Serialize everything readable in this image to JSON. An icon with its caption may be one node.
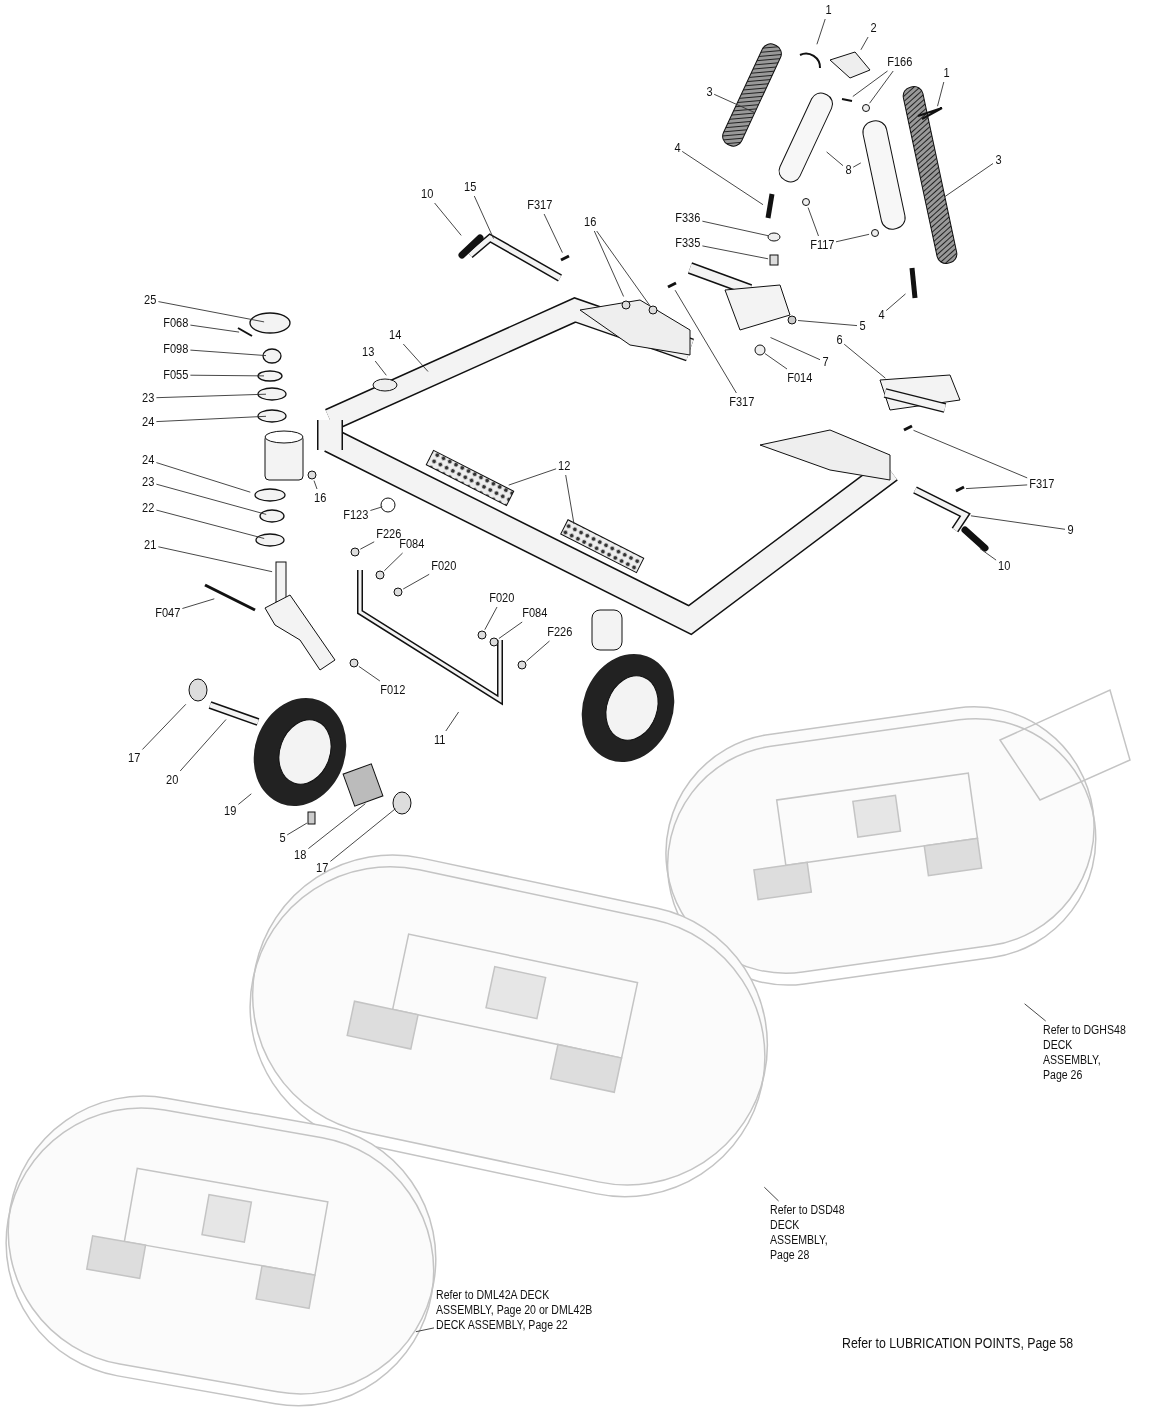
{
  "diagram": {
    "nodes": [
      {
        "text": [
          "1"
        ]
      },
      {
        "text": [
          "2"
        ]
      },
      {
        "text": [
          "F166"
        ]
      },
      {
        "text": [
          "1"
        ]
      },
      {
        "text": [
          "3"
        ]
      },
      {
        "text": [
          "3"
        ]
      },
      {
        "text": [
          "4"
        ]
      },
      {
        "text": [
          "8"
        ]
      },
      {
        "text": [
          "15"
        ]
      },
      {
        "text": [
          "10"
        ]
      },
      {
        "text": [
          "F317"
        ]
      },
      {
        "text": [
          "F336"
        ]
      },
      {
        "text": [
          "16"
        ]
      },
      {
        "text": [
          "F335"
        ]
      },
      {
        "text": [
          "F117"
        ]
      },
      {
        "text": [
          "25"
        ]
      },
      {
        "text": [
          "4"
        ]
      },
      {
        "text": [
          "F068"
        ]
      },
      {
        "text": [
          "5"
        ]
      },
      {
        "text": [
          "14"
        ]
      },
      {
        "text": [
          "6"
        ]
      },
      {
        "text": [
          "F098"
        ]
      },
      {
        "text": [
          "13"
        ]
      },
      {
        "text": [
          "7"
        ]
      },
      {
        "text": [
          "F014"
        ]
      },
      {
        "text": [
          "F055"
        ]
      },
      {
        "text": [
          "F317"
        ]
      },
      {
        "text": [
          "23"
        ]
      },
      {
        "text": [
          "24"
        ]
      },
      {
        "text": [
          "24"
        ]
      },
      {
        "text": [
          "12"
        ]
      },
      {
        "text": [
          "23"
        ]
      },
      {
        "text": [
          "F317"
        ]
      },
      {
        "text": [
          "16"
        ]
      },
      {
        "text": [
          "22"
        ]
      },
      {
        "text": [
          "F123"
        ]
      },
      {
        "text": [
          "9"
        ]
      },
      {
        "text": [
          "F226"
        ]
      },
      {
        "text": [
          "21"
        ]
      },
      {
        "text": [
          "F084"
        ]
      },
      {
        "text": [
          "F020"
        ]
      },
      {
        "text": [
          "10"
        ]
      },
      {
        "text": [
          "F020"
        ]
      },
      {
        "text": [
          "F047"
        ]
      },
      {
        "text": [
          "F084"
        ]
      },
      {
        "text": [
          "F226"
        ]
      },
      {
        "text": [
          "F012"
        ]
      },
      {
        "text": [
          "11"
        ]
      },
      {
        "text": [
          "17"
        ]
      },
      {
        "text": [
          "20"
        ]
      },
      {
        "text": [
          "19"
        ]
      },
      {
        "text": [
          "5"
        ]
      },
      {
        "text": [
          "18"
        ]
      },
      {
        "text": [
          "17"
        ]
      },
      {
        "text": [
          "Refer to DGHS48 DECK ASSEMBLY, Page 26"
        ]
      },
      {
        "text": [
          "Refer to DSD48 DECK ASSEMBLY, Page 28"
        ]
      },
      {
        "text": [
          "Refer to DML42A DECK ASSEMBLY, Page 20 or DML42B DECK ASSEMBLY, Page 22"
        ]
      }
    ],
    "edges": [
      {
        "from": 0,
        "to": null,
        "arrow": "none"
      },
      {
        "from": 1,
        "to": null,
        "arrow": "none"
      },
      {
        "from": 2,
        "to": null,
        "arrow": "none"
      },
      {
        "from": 2,
        "to": null,
        "arrow": "none"
      },
      {
        "from": 3,
        "to": null,
        "arrow": "none"
      },
      {
        "from": 4,
        "to": null,
        "arrow": "none"
      },
      {
        "from": 5,
        "to": null,
        "arrow": "none"
      },
      {
        "from": 6,
        "to": null,
        "arrow": "none"
      },
      {
        "from": 7,
        "to": null,
        "arrow": "none"
      },
      {
        "from": 7,
        "to": null,
        "arrow": "none"
      },
      {
        "from": 8,
        "to": null,
        "arrow": "none"
      },
      {
        "from": 9,
        "to": null,
        "arrow": "none"
      },
      {
        "from": 10,
        "to": null,
        "arrow": "none"
      },
      {
        "from": 11,
        "to": null,
        "arrow": "none"
      },
      {
        "from": 12,
        "to": null,
        "arrow": "none"
      },
      {
        "from": 12,
        "to": null,
        "arrow": "none"
      },
      {
        "from": 13,
        "to": null,
        "arrow": "none"
      },
      {
        "from": 14,
        "to": null,
        "arrow": "none"
      },
      {
        "from": 14,
        "to": null,
        "arrow": "none"
      },
      {
        "from": 15,
        "to": null,
        "arrow": "none"
      },
      {
        "from": 16,
        "to": null,
        "arrow": "none"
      },
      {
        "from": 17,
        "to": null,
        "arrow": "none"
      },
      {
        "from": 18,
        "to": null,
        "arrow": "none"
      },
      {
        "from": 19,
        "to": null,
        "arrow": "none"
      },
      {
        "from": 20,
        "to": null,
        "arrow": "none"
      },
      {
        "from": 21,
        "to": null,
        "arrow": "none"
      },
      {
        "from": 22,
        "to": null,
        "arrow": "none"
      },
      {
        "from": 23,
        "to": null,
        "arrow": "none"
      },
      {
        "from": 24,
        "to": null,
        "arrow": "none"
      },
      {
        "from": 25,
        "to": null,
        "arrow": "none"
      },
      {
        "from": 26,
        "to": null,
        "arrow": "none"
      },
      {
        "from": 27,
        "to": null,
        "arrow": "none"
      },
      {
        "from": 28,
        "to": null,
        "arrow": "none"
      },
      {
        "from": 29,
        "to": null,
        "arrow": "none"
      },
      {
        "from": 30,
        "to": null,
        "arrow": "none"
      },
      {
        "from": 30,
        "to": null,
        "arrow": "none"
      },
      {
        "from": 31,
        "to": null,
        "arrow": "none"
      },
      {
        "from": 32,
        "to": null,
        "arrow": "none"
      },
      {
        "from": 32,
        "to": null,
        "arrow": "none"
      },
      {
        "from": 33,
        "to": null,
        "arrow": "none"
      },
      {
        "from": 34,
        "to": null,
        "arrow": "none"
      },
      {
        "from": 35,
        "to": null,
        "arrow": "none"
      },
      {
        "from": 36,
        "to": null,
        "arrow": "none"
      },
      {
        "from": 37,
        "to": null,
        "arrow": "none"
      },
      {
        "from": 38,
        "to": null,
        "arrow": "none"
      },
      {
        "from": 39,
        "to": null,
        "arrow": "none"
      },
      {
        "from": 40,
        "to": null,
        "arrow": "none"
      },
      {
        "from": 41,
        "to": null,
        "arrow": "none"
      },
      {
        "from": 42,
        "to": null,
        "arrow": "none"
      },
      {
        "from": 43,
        "to": null,
        "arrow": "none"
      },
      {
        "from": 44,
        "to": null,
        "arrow": "none"
      },
      {
        "from": 45,
        "to": null,
        "arrow": "none"
      },
      {
        "from": 46,
        "to": null,
        "arrow": "none"
      },
      {
        "from": 47,
        "to": null,
        "arrow": "none"
      },
      {
        "from": 48,
        "to": null,
        "arrow": "none"
      },
      {
        "from": 49,
        "to": null,
        "arrow": "none"
      },
      {
        "from": 50,
        "to": null,
        "arrow": "none"
      },
      {
        "from": 51,
        "to": null,
        "arrow": "none"
      },
      {
        "from": 52,
        "to": null,
        "arrow": "none"
      },
      {
        "from": 53,
        "to": null,
        "arrow": "none"
      },
      {
        "from": 54,
        "to": null,
        "arrow": "none"
      },
      {
        "from": 55,
        "to": null,
        "arrow": "none"
      },
      {
        "from": 56,
        "to": null,
        "arrow": "none"
      }
    ],
    "labels": [
      "Refer to LUBRICATION POINTS, Page 58"
    ]
  }
}
